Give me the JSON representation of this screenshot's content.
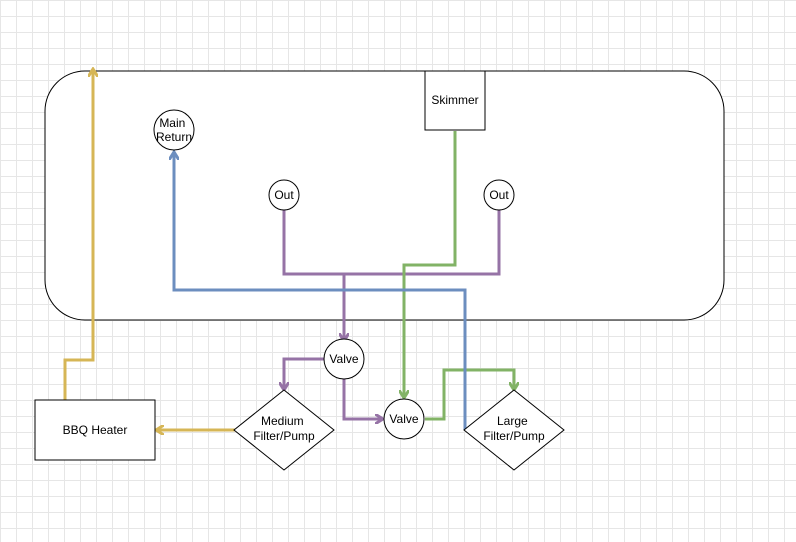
{
  "diagram": {
    "nodes": {
      "skimmer": "Skimmer",
      "main_return": [
        "Main",
        "Return"
      ],
      "out_left": "Out",
      "out_right": "Out",
      "valve_top": "Valve",
      "valve_bottom": "Valve",
      "bbq_heater": "BBQ Heater",
      "medium_filter": [
        "Medium",
        "Filter/Pump"
      ],
      "large_filter": [
        "Large",
        "Filter/Pump"
      ]
    },
    "colors": {
      "purple": "#9673a6",
      "green": "#82b366",
      "blue": "#6c8ebf",
      "yellow": "#d6b656"
    }
  }
}
